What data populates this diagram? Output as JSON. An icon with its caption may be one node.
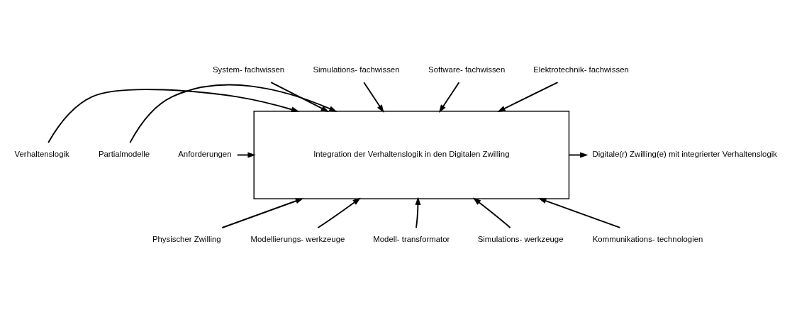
{
  "diagram": {
    "nodes": [
      {
        "text": [
          "System- fachwissen"
        ]
      },
      {
        "text": [
          "Simulations- fachwissen"
        ]
      },
      {
        "text": [
          "Software- fachwissen"
        ]
      },
      {
        "text": [
          "Elektrotechnik- fachwissen"
        ]
      },
      {
        "text": [
          "Verhaltenslogik"
        ]
      },
      {
        "text": [
          "Partialmodelle"
        ]
      },
      {
        "text": [
          "Anforderungen"
        ]
      },
      {
        "text": [
          "Integration der Verhaltenslogik in den Digitalen Zwilling"
        ]
      },
      {
        "text": [
          "Digitale(r) Zwilling(e) mit integrierter Verhaltenslogik"
        ]
      },
      {
        "text": [
          "Physischer Zwilling"
        ]
      },
      {
        "text": [
          "Modellierungs- werkzeuge"
        ]
      },
      {
        "text": [
          "Modell- transformator"
        ]
      },
      {
        "text": [
          "Simulations- werkzeuge"
        ]
      },
      {
        "text": [
          "Kommunikations- technologien"
        ]
      }
    ],
    "edges": [
      {
        "from": 0,
        "to": 7,
        "arrow": "to"
      },
      {
        "from": 1,
        "to": 7,
        "arrow": "to"
      },
      {
        "from": 2,
        "to": 7,
        "arrow": "to"
      },
      {
        "from": 3,
        "to": 7,
        "arrow": "to"
      },
      {
        "from": 4,
        "to": 7,
        "arrow": "to"
      },
      {
        "from": 5,
        "to": 7,
        "arrow": "to"
      },
      {
        "from": 6,
        "to": 7,
        "arrow": "to"
      },
      {
        "from": 7,
        "to": 8,
        "arrow": "to"
      },
      {
        "from": 9,
        "to": 7,
        "arrow": "to"
      },
      {
        "from": 10,
        "to": 7,
        "arrow": "to"
      },
      {
        "from": 11,
        "to": 7,
        "arrow": "to"
      },
      {
        "from": 12,
        "to": 7,
        "arrow": "to"
      },
      {
        "from": 13,
        "to": 7,
        "arrow": "to"
      }
    ]
  }
}
